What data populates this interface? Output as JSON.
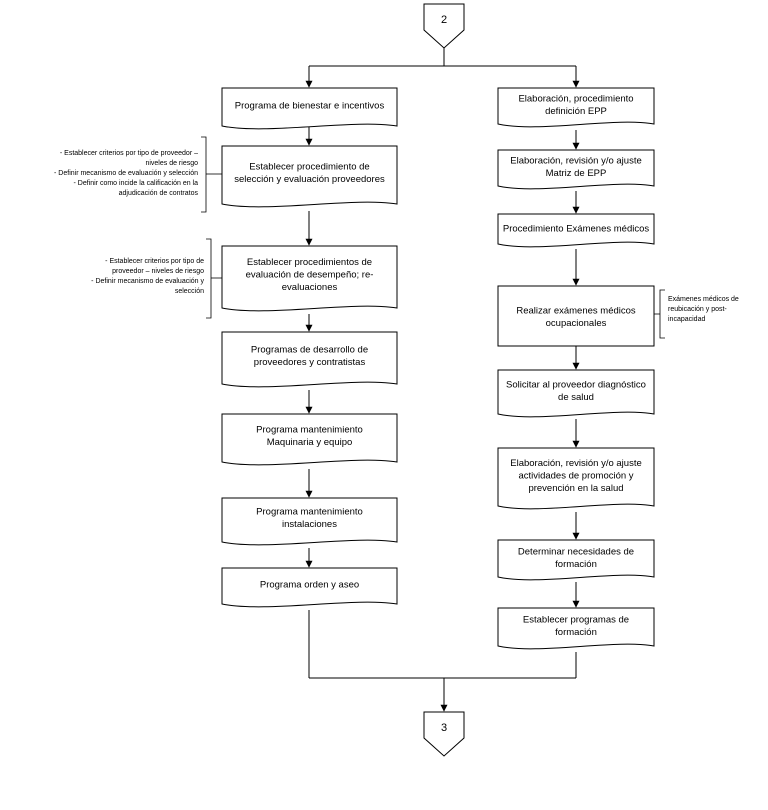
{
  "connectors": {
    "top": "2",
    "bottom": "3"
  },
  "left_column": [
    {
      "id": "bienestar",
      "lines": [
        "Programa de bienestar e incentivos"
      ]
    },
    {
      "id": "seleccion",
      "lines": [
        "Establecer procedimiento de",
        "selección y evaluación proveedores"
      ]
    },
    {
      "id": "desempeno",
      "lines": [
        "Establecer procedimientos de",
        "evaluación de desempeño; re-",
        "evaluaciones"
      ]
    },
    {
      "id": "desarrollo",
      "lines": [
        "Programas de desarrollo de",
        "proveedores y contratistas"
      ]
    },
    {
      "id": "maquinaria",
      "lines": [
        "Programa mantenimiento",
        "Maquinaria y equipo"
      ]
    },
    {
      "id": "instalaciones",
      "lines": [
        "Programa mantenimiento",
        "instalaciones"
      ]
    },
    {
      "id": "orden",
      "lines": [
        "Programa orden y aseo"
      ]
    }
  ],
  "right_column": [
    {
      "id": "epp",
      "lines": [
        "Elaboración, procedimiento",
        "definición EPP"
      ]
    },
    {
      "id": "matriz",
      "lines": [
        "Elaboración, revisión y/o ajuste",
        "Matriz de EPP"
      ]
    },
    {
      "id": "examenes",
      "lines": [
        "Procedimiento Exámenes médicos"
      ]
    },
    {
      "id": "ocupacionales",
      "lines": [
        "Realizar exámenes médicos",
        "ocupacionales"
      ]
    },
    {
      "id": "diagnostico",
      "lines": [
        "Solicitar al proveedor diagnóstico",
        "de salud"
      ]
    },
    {
      "id": "promocion",
      "lines": [
        "Elaboración, revisión y/o ajuste",
        "actividades de promoción y",
        "prevención en la salud"
      ]
    },
    {
      "id": "necesidades",
      "lines": [
        "Determinar necesidades de",
        "formación"
      ]
    },
    {
      "id": "programas",
      "lines": [
        "Establecer programas de",
        "formación"
      ]
    }
  ],
  "annotations": [
    {
      "id": "note-seleccion",
      "lines": [
        "- Establecer criterios por tipo de proveedor –",
        "niveles de riesgo",
        "- Definir mecanismo de evaluación y selección",
        "- Definir como incide la calificación en la",
        "adjudicación de contratos"
      ]
    },
    {
      "id": "note-desempeno",
      "lines": [
        "- Establecer criterios por tipo de",
        "proveedor – niveles de riesgo",
        "- Definir mecanismo de evaluación y",
        "selección"
      ]
    },
    {
      "id": "note-ocupacionales",
      "lines": [
        "Exámenes médicos de",
        "reubicación y post-",
        "incapacidad"
      ]
    }
  ]
}
